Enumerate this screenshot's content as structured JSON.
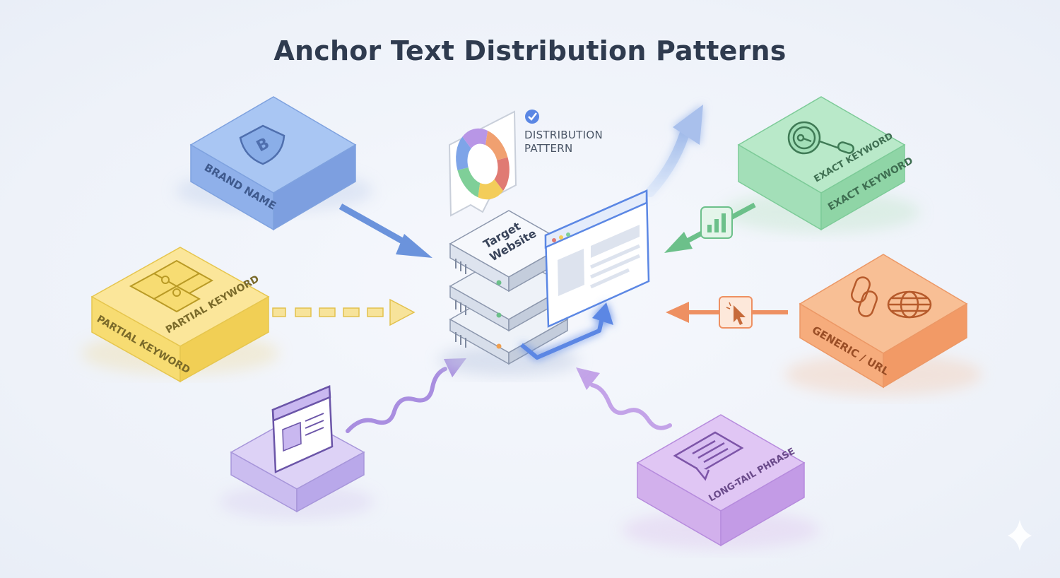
{
  "title": "Anchor Text Distribution Patterns",
  "distribution": {
    "line1": "DISTRIBUTION",
    "line2": "PATTERN"
  },
  "target": {
    "line1": "Target",
    "line2": "Website"
  },
  "blocks": {
    "brand": {
      "label": "BRAND NAME",
      "color": "#8fb4ef",
      "icon": "shield-b-icon",
      "icon_letter": "B"
    },
    "partial": {
      "label_top": "PARTIAL KEYWORD",
      "label_front": "PARTIAL KEYWORD",
      "color": "#f7dc72",
      "icon": "puzzle-icon"
    },
    "exact": {
      "label_top": "EXACT KEYWORD",
      "label_front": "EXACT KEYWORD",
      "color": "#a3dfb8",
      "icon": "key-magnifier-icon"
    },
    "generic": {
      "label": "GENERIC / URL",
      "color": "#f6ac7c",
      "icon": "link-globe-icon"
    },
    "longtail": {
      "label": "LONG-TAIL PHRASE",
      "color": "#d2b0ec",
      "icon": "chat-bubble-icon"
    },
    "browser": {
      "color": "#cbbdf0",
      "icon": "browser-window-icon"
    }
  },
  "colors": {
    "blue_arrow": "#6b93dc",
    "yellow_arrow": "#f2cf4f",
    "green_arrow": "#6cc08a",
    "orange_arrow": "#ee9062",
    "purple_arrow": "#a98ee0",
    "accent_blue": "#5b87e4"
  }
}
